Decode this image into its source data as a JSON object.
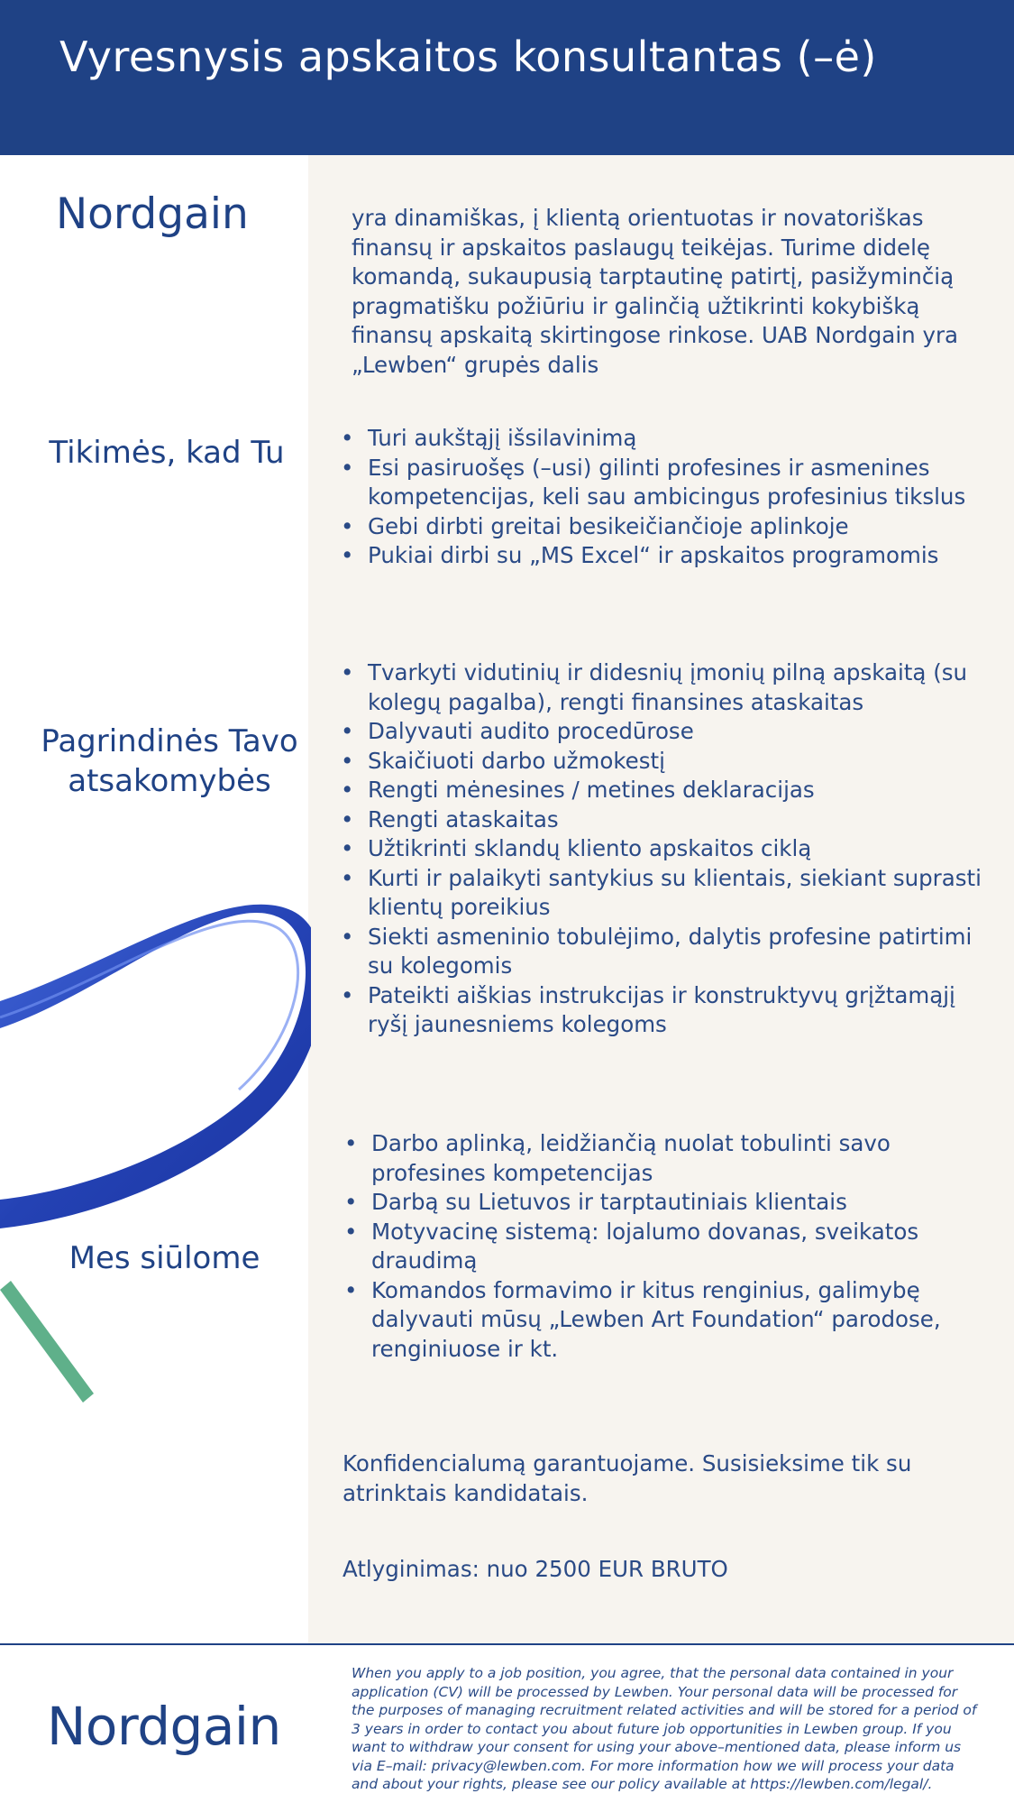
{
  "header": {
    "title": "Vyresnysis apskaitos konsultantas (–ė)"
  },
  "company": {
    "name": "Nordgain",
    "intro": "yra dinamiškas, į klientą orientuotas ir novatoriškas finansų ir apskaitos paslaugų teikėjas. Turime didelę komandą, sukaupusią tarptautinę patirtį, pasižyminčią pragmatišku požiūriu ir galinčią užtikrinti kokybišką finansų apskaitą skirtingose rinkose. UAB Nordgain yra „Lewben“ grupės dalis"
  },
  "expectations": {
    "heading": "Tikimės, kad Tu",
    "items": [
      "Turi aukštąjį išsilavinimą",
      "Esi pasiruošęs (–usi) gilinti profesines ir asmenines kompetencijas, keli sau ambicingus profesinius tikslus",
      "Gebi dirbti greitai besikeičiančioje aplinkoje",
      "Pukiai dirbi su „MS Excel“ ir apskaitos programomis"
    ]
  },
  "responsibilities": {
    "heading": "Pagrindinės Tavo atsakomybės",
    "items": [
      "Tvarkyti vidutinių ir didesnių įmonių pilną apskaitą (su kolegų pagalba), rengti finansines ataskaitas",
      "Dalyvauti audito procedūrose",
      "Skaičiuoti darbo užmokestį",
      "Rengti mėnesines / metines deklaracijas",
      "Rengti ataskaitas",
      "Užtikrinti sklandų kliento apskaitos ciklą",
      "Kurti ir palaikyti santykius su klientais, siekiant suprasti klientų poreikius",
      "Siekti asmeninio tobulėjimo, dalytis profesine patirtimi su kolegomis",
      "Pateikti aiškias instrukcijas ir konstruktyvų grįžtamąjį ryšį jaunesniems kolegoms"
    ]
  },
  "offer": {
    "heading": "Mes siūlome",
    "items": [
      "Darbo aplinką, leidžiančią nuolat tobulinti savo profesines kompetencijas",
      "Darbą su Lietuvos ir tarptautiniais klientais",
      "Motyvacinę sistemą: lojalumo dovanas, sveikatos draudimą",
      "Komandos formavimo ir  kitus renginius, galimybę dalyvauti mūsų „Lewben Art Foundation“ parodose, renginiuose ir kt."
    ]
  },
  "confidential": "Konfidencialumą garantuojame. Susisieksime tik su atrinktais kandidatais.",
  "salary": "Atlyginimas: nuo 2500 EUR BRUTO",
  "footer": {
    "brand": "Nordgain",
    "privacy": "When you apply to a job position, you agree, that the personal data contained in your application (CV) will be processed by Lewben. Your personal data will be processed for the purposes of managing recruitment related activities and will be stored for a period of 3 years in order to contact you about future job opportunities in Lewben group. If you want to withdraw your consent for using your above–mentioned data, please inform us via E–mail: privacy@lewben.com. For more information how we will process your data and about your rights, please see our policy available at https://lewben.com/legal/."
  },
  "colors": {
    "brand_navy": "#1f4285",
    "panel_bg": "#f7f4ef",
    "ribbon_blue": "#2848b8",
    "ribbon_green": "#5fb08a"
  }
}
